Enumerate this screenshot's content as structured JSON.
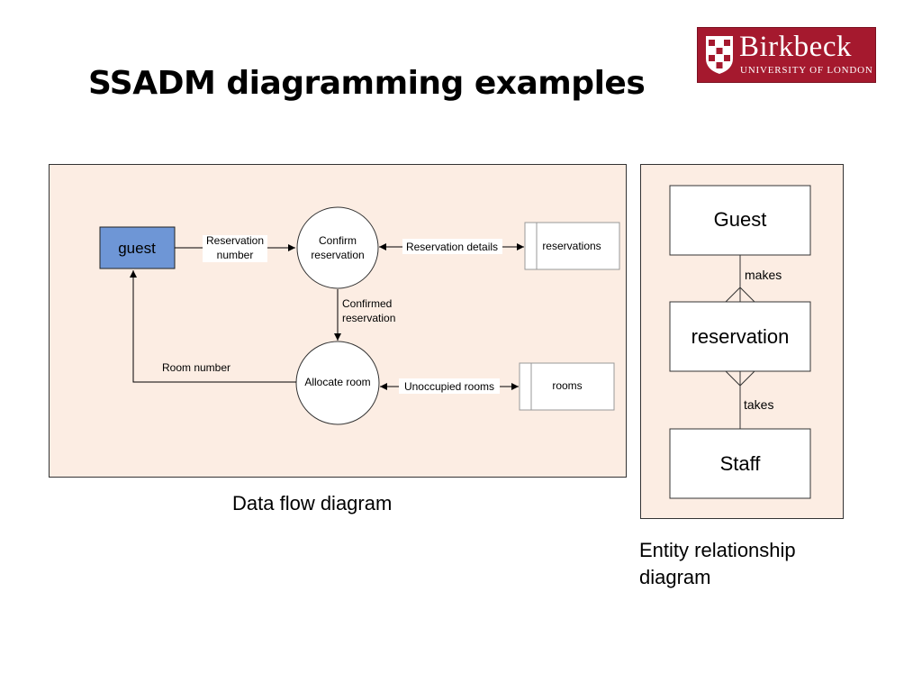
{
  "page": {
    "title": "SSADM diagramming examples",
    "logo": {
      "name": "Birkbeck",
      "subtitle": "UNIVERSITY OF LONDON"
    }
  },
  "dfd": {
    "caption": "Data flow diagram",
    "external_entity": "guest",
    "processes": {
      "confirm": [
        "Confirm",
        "reservation"
      ],
      "allocate": "Allocate room"
    },
    "stores": {
      "reservations": "reservations",
      "rooms": "rooms"
    },
    "flows": {
      "reservation_number": [
        "Reservation",
        "number"
      ],
      "reservation_details": "Reservation details",
      "confirmed_reservation": [
        "Confirmed",
        "reservation"
      ],
      "room_number": "Room number",
      "unoccupied_rooms": "Unoccupied rooms"
    }
  },
  "erd": {
    "caption": [
      "Entity relationship",
      "diagram"
    ],
    "entities": {
      "guest": "Guest",
      "reservation": "reservation",
      "staff": "Staff"
    },
    "relationships": {
      "makes": "makes",
      "takes": "takes"
    }
  },
  "colors": {
    "panel_bg": "#fcede3",
    "entity_fill": "#6e96d6",
    "logo_bg": "#a5192e"
  }
}
